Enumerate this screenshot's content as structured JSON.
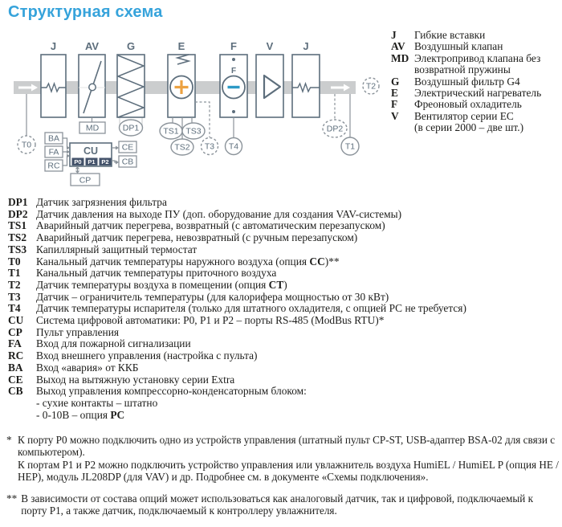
{
  "title": "Структурная схема",
  "diagram": {
    "top_labels": [
      "J",
      "AV",
      "G",
      "E",
      "F",
      "V",
      "J"
    ],
    "f_inner_label": "F",
    "sensors": {
      "t0": "T0",
      "t1": "T1",
      "t2": "T2",
      "t3": "T3",
      "t4": "T4",
      "ts1": "TS1",
      "ts2": "TS2",
      "ts3": "TS3",
      "dp1": "DP1",
      "dp2": "DP2"
    },
    "control": {
      "md": "MD",
      "cu": "CU",
      "cp": "CP",
      "ba": "BA",
      "fa": "FA",
      "rc": "RC",
      "ce": "CE",
      "cb": "CB",
      "p0": "P0",
      "p1": "P1",
      "p2": "P2"
    },
    "colors": {
      "title_accent": "#36a3db",
      "scheme_line": "#5d6e7c",
      "sensor_line": "#8b939a",
      "duct_fill": "#cbcdce",
      "heater_plus": "#eca242",
      "cooler_minus": "#2d9ac6",
      "port_block": "#44536b"
    }
  },
  "legend": {
    "rows": [
      {
        "k": "J",
        "l1": "Гибкие вставки",
        "l2": ""
      },
      {
        "k": "AV",
        "l1": "Воздушный клапан",
        "l2": ""
      },
      {
        "k": "MD",
        "l1": "Электропривод клапана без",
        "l2": "возвратной пружины"
      },
      {
        "k": "G",
        "l1": "Воздушный фильтр G4",
        "l2": ""
      },
      {
        "k": "E",
        "l1": "Электрический нагреватель",
        "l2": ""
      },
      {
        "k": "F",
        "l1": "Фреоновый охладитель",
        "l2": ""
      },
      {
        "k": "V",
        "l1": "Вентилятор серии ЕС",
        "l2": "(в серии 2000 – две шт.)"
      }
    ]
  },
  "list": {
    "rows": [
      {
        "k": "DP1",
        "pre": "Датчик загрязнения фильтра",
        "b": "",
        "post": ""
      },
      {
        "k": "DP2",
        "pre": "Датчик давления на выходе ПУ (доп. оборудование для создания VAV-системы)",
        "b": "",
        "post": ""
      },
      {
        "k": "TS1",
        "pre": "Аварийный датчик перегрева, возвратный (с автоматическим перезапуском)",
        "b": "",
        "post": ""
      },
      {
        "k": "TS2",
        "pre": "Аварийный датчик перегрева, невозвратный (с ручным перезапуском)",
        "b": "",
        "post": ""
      },
      {
        "k": "TS3",
        "pre": "Капиллярный защитный термостат",
        "b": "",
        "post": ""
      },
      {
        "k": "T0",
        "pre": "Канальный датчик температуры наружного воздуха (опция ",
        "b": "CC",
        "post": ")**"
      },
      {
        "k": "T1",
        "pre": "Канальный датчик температуры приточного воздуха",
        "b": "",
        "post": ""
      },
      {
        "k": "T2",
        "pre": "Датчик температуры воздуха в помещении (опция ",
        "b": "CT",
        "post": ")"
      },
      {
        "k": "T3",
        "pre": "Датчик – ограничитель температуры (для калорифера мощностью от 30 кВт)",
        "b": "",
        "post": ""
      },
      {
        "k": "T4",
        "pre": "Датчик температуры испарителя (только для штатного охладителя, с опцией РС не требуется)",
        "b": "",
        "post": ""
      },
      {
        "k": "CU",
        "pre": "Система цифровой автоматики: P0, P1 и P2 – порты RS-485 (ModBus RTU)*",
        "b": "",
        "post": ""
      },
      {
        "k": "CP",
        "pre": "Пульт управления",
        "b": "",
        "post": ""
      },
      {
        "k": "FA",
        "pre": "Вход для пожарной сигнализации",
        "b": "",
        "post": ""
      },
      {
        "k": "RC",
        "pre": "Вход внешнего управления (настройка с пульта)",
        "b": "",
        "post": ""
      },
      {
        "k": "BA",
        "pre": "Вход «авария» от ККБ",
        "b": "",
        "post": ""
      },
      {
        "k": "CE",
        "pre": "Выход на вытяжную установку серии Extra",
        "b": "",
        "post": ""
      },
      {
        "k": "CB",
        "pre": "Выход управления компрессорно-конденсаторным блоком:",
        "b": "",
        "post": ""
      },
      {
        "k": "",
        "pre": "- сухие контакты – штатно",
        "b": "",
        "post": ""
      },
      {
        "k": "",
        "pre": "- 0-10В – опция ",
        "b": "PC",
        "post": ""
      }
    ]
  },
  "footnotes": [
    {
      "marker": "*",
      "p1": "К порту P0 можно подключить одно из устройств управления (штатный пульт CP-ST, USB-адаптер BSA-02 для связи с компьютером).",
      "p2": "К портам P1 и P2 можно подключить устройство управления или увлажнитель воздуха HumiEL /  HumiEL P (опция HE / HEP), модуль JL208DP (для VAV) и др. Подробнее см. в документе «Схемы подключения»."
    },
    {
      "marker": "**",
      "p1": "В зависимости от состава опций может использоваться как аналоговый датчик, так и цифровой, подключаемый к порту P1, а также датчик, подключаемый к контроллеру увлажнителя.",
      "p2": ""
    }
  ]
}
